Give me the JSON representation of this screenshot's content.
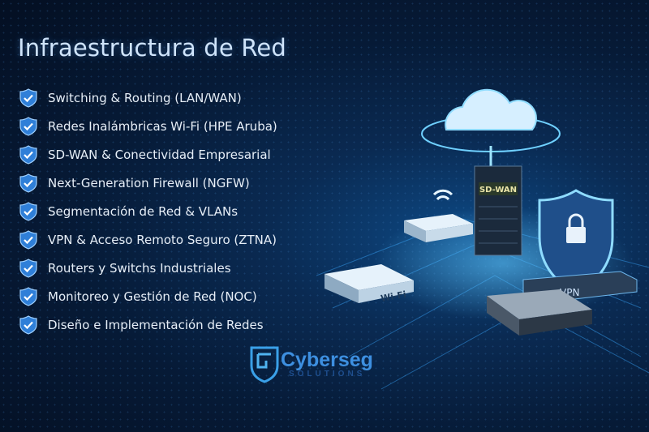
{
  "title": "Infraestructura de Red",
  "items": [
    {
      "label": "Switching & Routing (LAN/WAN)",
      "icon": "shield-check-icon"
    },
    {
      "label": "Redes Inalámbricas Wi-Fi (HPE Aruba)",
      "icon": "shield-check-icon"
    },
    {
      "label": "SD-WAN & Conectividad Empresarial",
      "icon": "shield-check-icon"
    },
    {
      "label": "Next-Generation Firewall (NGFW)",
      "icon": "shield-check-icon"
    },
    {
      "label": "Segmentación de Red & VLANs",
      "icon": "shield-check-icon"
    },
    {
      "label": "VPN & Acceso Remoto Seguro (ZTNA)",
      "icon": "shield-check-icon"
    },
    {
      "label": "Routers y Switchs Industriales",
      "icon": "shield-check-icon"
    },
    {
      "label": "Monitoreo y Gestión de Red (NOC)",
      "icon": "shield-check-icon"
    },
    {
      "label": "Diseño e Implementación de Redes",
      "icon": "shield-check-icon"
    }
  ],
  "logo": {
    "name": "Cyberseg",
    "tagline": "SOLUTIONS"
  },
  "illustration": {
    "server_label": "SD-WAN",
    "router_label": "Wi-Fi",
    "vpn_label": "VPN"
  },
  "colors": {
    "accent": "#3d8fe0",
    "title": "#cfe4fb",
    "background": "#061428"
  }
}
